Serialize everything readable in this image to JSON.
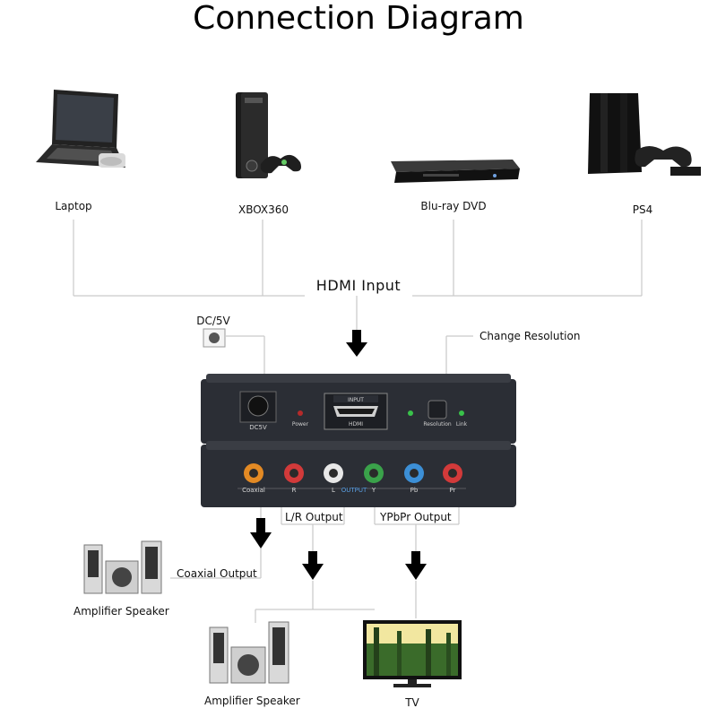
{
  "title": "Connection Diagram",
  "sources": {
    "laptop": "Laptop",
    "xbox": "XBOX360",
    "bluray": "Blu-ray DVD",
    "ps4": "PS4"
  },
  "hdmi_input_label": "HDMI Input",
  "dc_label": "DC/5V",
  "change_resolution_label": "Change Resolution",
  "device_top": {
    "dc_label": "DC5V",
    "power_label": "Power",
    "input_label": "INPUT",
    "hdmi_label": "HDMI",
    "resolution_label": "Resolution",
    "link_label": "Link"
  },
  "device_bottom": {
    "jacks": [
      "Coaxial",
      "R",
      "L",
      "Y",
      "Pb",
      "Pr"
    ],
    "output_label": "OUTPUT"
  },
  "outputs": {
    "lr_output": "L/R Output",
    "ypbpr_output": "YPbPr Output",
    "coaxial_output": "Coaxial Output"
  },
  "destinations": {
    "amp_speaker_1": "Amplifier Speaker",
    "amp_speaker_2": "Amplifier Speaker",
    "tv": "TV"
  },
  "colors": {
    "device_body": "#2b2e35",
    "line": "#c9c9c9",
    "arrow": "#000000",
    "jack_orange": "#e38a24",
    "jack_red": "#d23a3a",
    "jack_white": "#e8e8e8",
    "jack_green": "#3aa24a",
    "jack_blue": "#3c8fd6",
    "led_green": "#39c24a",
    "led_red": "#b52a2a"
  }
}
